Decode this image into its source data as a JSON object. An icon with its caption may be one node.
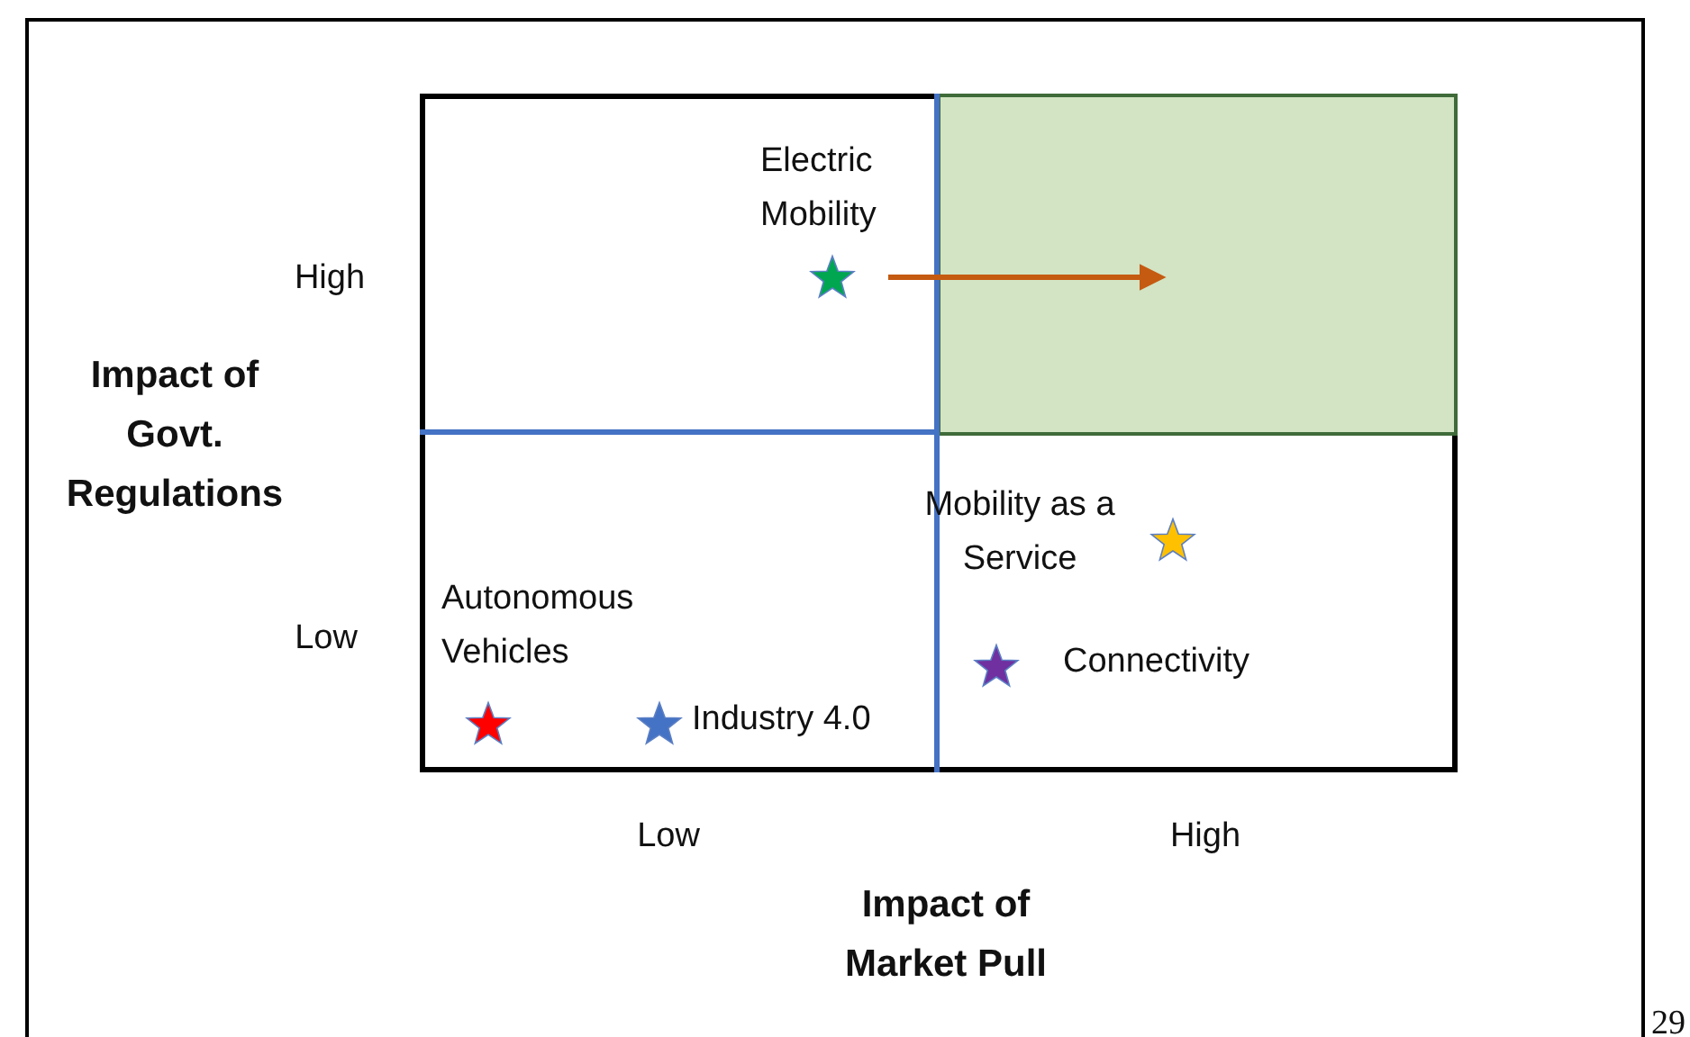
{
  "diagram": {
    "nodes": [
      {
        "text": [],
        "shape": "box"
      },
      {
        "text": [],
        "shape": "box",
        "in": 0
      },
      {
        "text": [
          "Electric Mobility"
        ],
        "in": 0
      },
      {
        "text": [
          "Mobility as a Service"
        ],
        "in": 0
      },
      {
        "text": [
          "Autonomous Vehicles"
        ],
        "in": 0
      },
      {
        "text": [
          "Industry 4.0"
        ],
        "in": 0
      },
      {
        "text": [
          "Connectivity"
        ],
        "in": 0
      }
    ],
    "edges": [
      {
        "from": 2,
        "to": 1,
        "arrow": "to",
        "color": "#c55a11"
      }
    ],
    "labels": [
      "High",
      "Impact of Govt. Regulations",
      "Low",
      "Low",
      "High",
      "Impact of Market Pull",
      "29"
    ]
  }
}
